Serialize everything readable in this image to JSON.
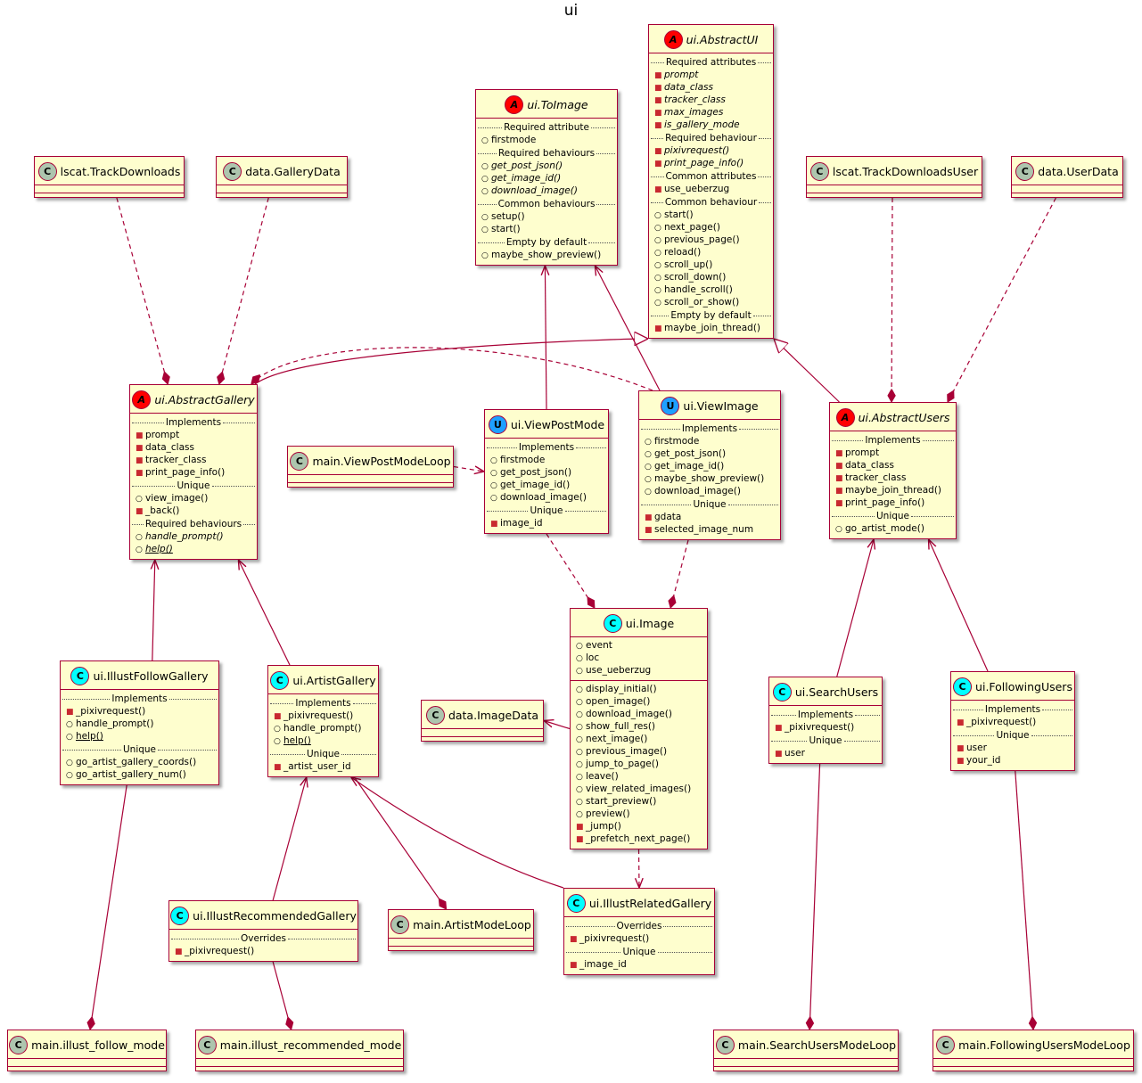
{
  "title": "ui",
  "colors": {
    "class_fill": "#fefece",
    "border": "#a80036",
    "abstract_badge": "#ff0000",
    "class_badge": "#00ffff",
    "interface_badge": "#1ea0ff",
    "plain_badge": "#adc5ae"
  },
  "classes": {
    "lscat_trackdownloads": {
      "badge": "C",
      "name": "lscat.TrackDownloads",
      "kind": "plain",
      "sections": []
    },
    "data_gallerydata": {
      "badge": "C",
      "name": "data.GalleryData",
      "kind": "plain",
      "sections": []
    },
    "ui_toimage": {
      "badge": "A",
      "name": "ui.ToImage",
      "kind": "abstract",
      "sections": [
        {
          "label": "Required attribute",
          "members": [
            {
              "vis": "pub",
              "text": "firstmode"
            }
          ]
        },
        {
          "label": "Required behaviours",
          "members": [
            {
              "vis": "pub",
              "text": "get_post_json()",
              "abs": true
            },
            {
              "vis": "pub",
              "text": "get_image_id()",
              "abs": true
            },
            {
              "vis": "pub",
              "text": "download_image()",
              "abs": true
            }
          ]
        },
        {
          "label": "Common behaviours",
          "members": [
            {
              "vis": "pub",
              "text": "setup()"
            },
            {
              "vis": "pub",
              "text": "start()"
            }
          ]
        },
        {
          "label": "Empty by default",
          "members": [
            {
              "vis": "pub",
              "text": "maybe_show_preview()"
            }
          ]
        }
      ]
    },
    "ui_abstractui": {
      "badge": "A",
      "name": "ui.AbstractUI",
      "kind": "abstract",
      "sections": [
        {
          "label": "Required attributes",
          "members": [
            {
              "vis": "priv",
              "text": "prompt",
              "abs": true
            },
            {
              "vis": "priv",
              "text": "data_class",
              "abs": true
            },
            {
              "vis": "priv",
              "text": "tracker_class",
              "abs": true
            },
            {
              "vis": "priv",
              "text": "max_images",
              "abs": true
            },
            {
              "vis": "priv",
              "text": "is_gallery_mode",
              "abs": true
            }
          ]
        },
        {
          "label": "Required behaviour",
          "members": [
            {
              "vis": "priv",
              "text": "pixivrequest()",
              "abs": true
            },
            {
              "vis": "priv",
              "text": "print_page_info()",
              "abs": true
            }
          ]
        },
        {
          "label": "Common attributes",
          "members": [
            {
              "vis": "priv",
              "text": "use_ueberzug"
            }
          ]
        },
        {
          "label": "Common behaviour",
          "members": [
            {
              "vis": "pub",
              "text": "start()"
            },
            {
              "vis": "pub",
              "text": "next_page()"
            },
            {
              "vis": "pub",
              "text": "previous_page()"
            },
            {
              "vis": "pub",
              "text": "reload()"
            },
            {
              "vis": "pub",
              "text": "scroll_up()"
            },
            {
              "vis": "pub",
              "text": "scroll_down()"
            },
            {
              "vis": "pub",
              "text": "handle_scroll()"
            },
            {
              "vis": "pub",
              "text": "scroll_or_show()"
            }
          ]
        },
        {
          "label": "Empty by default",
          "members": [
            {
              "vis": "priv",
              "text": "maybe_join_thread()"
            }
          ]
        }
      ]
    },
    "lscat_trackdownloadsuser": {
      "badge": "C",
      "name": "lscat.TrackDownloadsUser",
      "kind": "plain",
      "sections": []
    },
    "data_userdata": {
      "badge": "C",
      "name": "data.UserData",
      "kind": "plain",
      "sections": []
    },
    "ui_abstractgallery": {
      "badge": "A",
      "name": "ui.AbstractGallery",
      "kind": "abstract",
      "sections": [
        {
          "label": "Implements",
          "members": [
            {
              "vis": "priv",
              "text": "prompt"
            },
            {
              "vis": "priv",
              "text": "data_class"
            },
            {
              "vis": "priv",
              "text": "tracker_class"
            },
            {
              "vis": "priv",
              "text": "print_page_info()"
            }
          ]
        },
        {
          "label": "Unique",
          "members": [
            {
              "vis": "pub",
              "text": "view_image()"
            },
            {
              "vis": "priv",
              "text": "_back()"
            }
          ]
        },
        {
          "label": "Required behaviours",
          "members": [
            {
              "vis": "pub",
              "text": "handle_prompt()",
              "abs": true
            },
            {
              "vis": "pub",
              "text": "help()",
              "abs": true,
              "static": true
            }
          ]
        }
      ]
    },
    "main_viewpostmodeloop": {
      "badge": "C",
      "name": "main.ViewPostModeLoop",
      "kind": "plain",
      "sections": []
    },
    "ui_viewpostmode": {
      "badge": "U",
      "name": "ui.ViewPostMode",
      "kind": "class",
      "sections": [
        {
          "label": "Implements",
          "members": [
            {
              "vis": "pub",
              "text": "firstmode"
            },
            {
              "vis": "pub",
              "text": "get_post_json()"
            },
            {
              "vis": "pub",
              "text": "get_image_id()"
            },
            {
              "vis": "pub",
              "text": "download_image()"
            }
          ]
        },
        {
          "label": "Unique",
          "members": [
            {
              "vis": "priv",
              "text": "image_id"
            }
          ]
        }
      ]
    },
    "ui_viewimage": {
      "badge": "U",
      "name": "ui.ViewImage",
      "kind": "class",
      "sections": [
        {
          "label": "Implements",
          "members": [
            {
              "vis": "pub",
              "text": "firstmode"
            },
            {
              "vis": "pub",
              "text": "get_post_json()"
            },
            {
              "vis": "pub",
              "text": "get_image_id()"
            },
            {
              "vis": "pub",
              "text": "maybe_show_preview()"
            },
            {
              "vis": "pub",
              "text": "download_image()"
            }
          ]
        },
        {
          "label": "Unique",
          "members": [
            {
              "vis": "priv",
              "text": "gdata"
            },
            {
              "vis": "priv",
              "text": "selected_image_num"
            }
          ]
        }
      ]
    },
    "ui_abstractusers": {
      "badge": "A",
      "name": "ui.AbstractUsers",
      "kind": "abstract",
      "sections": [
        {
          "label": "Implements",
          "members": [
            {
              "vis": "priv",
              "text": "prompt"
            },
            {
              "vis": "priv",
              "text": "data_class"
            },
            {
              "vis": "priv",
              "text": "tracker_class"
            },
            {
              "vis": "priv",
              "text": "maybe_join_thread()"
            },
            {
              "vis": "priv",
              "text": "print_page_info()"
            }
          ]
        },
        {
          "label": "Unique",
          "members": [
            {
              "vis": "pub",
              "text": "go_artist_mode()"
            }
          ]
        }
      ]
    },
    "ui_image": {
      "badge": "C",
      "name": "ui.Image",
      "kind": "class",
      "fields": [
        {
          "vis": "pub",
          "text": "event"
        },
        {
          "vis": "pub",
          "text": "loc"
        },
        {
          "vis": "pub",
          "text": "use_ueberzug"
        }
      ],
      "methods": [
        {
          "vis": "pub",
          "text": "display_initial()"
        },
        {
          "vis": "pub",
          "text": "open_image()"
        },
        {
          "vis": "pub",
          "text": "download_image()"
        },
        {
          "vis": "pub",
          "text": "show_full_res()"
        },
        {
          "vis": "pub",
          "text": "next_image()"
        },
        {
          "vis": "pub",
          "text": "previous_image()"
        },
        {
          "vis": "pub",
          "text": "jump_to_page()"
        },
        {
          "vis": "pub",
          "text": "leave()"
        },
        {
          "vis": "pub",
          "text": "view_related_images()"
        },
        {
          "vis": "pub",
          "text": "start_preview()"
        },
        {
          "vis": "pub",
          "text": "preview()"
        },
        {
          "vis": "priv",
          "text": "_jump()"
        },
        {
          "vis": "priv",
          "text": "_prefetch_next_page()"
        }
      ]
    },
    "data_imagedata": {
      "badge": "C",
      "name": "data.ImageData",
      "kind": "plain",
      "sections": []
    },
    "ui_illustfollowgallery": {
      "badge": "C",
      "name": "ui.IllustFollowGallery",
      "kind": "class",
      "sections": [
        {
          "label": "Implements",
          "members": [
            {
              "vis": "priv",
              "text": "_pixivrequest()"
            },
            {
              "vis": "pub",
              "text": "handle_prompt()"
            },
            {
              "vis": "pub",
              "text": "help()",
              "static": true
            }
          ]
        },
        {
          "label": "Unique",
          "members": [
            {
              "vis": "pub",
              "text": "go_artist_gallery_coords()"
            },
            {
              "vis": "pub",
              "text": "go_artist_gallery_num()"
            }
          ]
        }
      ]
    },
    "ui_artistgallery": {
      "badge": "C",
      "name": "ui.ArtistGallery",
      "kind": "class",
      "sections": [
        {
          "label": "Implements",
          "members": [
            {
              "vis": "priv",
              "text": "_pixivrequest()"
            },
            {
              "vis": "pub",
              "text": "handle_prompt()"
            },
            {
              "vis": "pub",
              "text": "help()",
              "static": true
            }
          ]
        },
        {
          "label": "Unique",
          "members": [
            {
              "vis": "priv",
              "text": "_artist_user_id"
            }
          ]
        }
      ]
    },
    "ui_searchusers": {
      "badge": "C",
      "name": "ui.SearchUsers",
      "kind": "class",
      "sections": [
        {
          "label": "Implements",
          "members": [
            {
              "vis": "priv",
              "text": "_pixivrequest()"
            }
          ]
        },
        {
          "label": "Unique",
          "members": [
            {
              "vis": "priv",
              "text": "user"
            }
          ]
        }
      ]
    },
    "ui_followingusers": {
      "badge": "C",
      "name": "ui.FollowingUsers",
      "kind": "class",
      "sections": [
        {
          "label": "Implements",
          "members": [
            {
              "vis": "priv",
              "text": "_pixivrequest()"
            }
          ]
        },
        {
          "label": "Unique",
          "members": [
            {
              "vis": "priv",
              "text": "user"
            },
            {
              "vis": "priv",
              "text": "your_id"
            }
          ]
        }
      ]
    },
    "ui_illustrecommendedgallery": {
      "badge": "C",
      "name": "ui.IllustRecommendedGallery",
      "kind": "class",
      "sections": [
        {
          "label": "Overrides",
          "members": [
            {
              "vis": "priv",
              "text": "_pixivrequest()"
            }
          ]
        }
      ]
    },
    "main_artistmodeloop": {
      "badge": "C",
      "name": "main.ArtistModeLoop",
      "kind": "plain",
      "sections": []
    },
    "ui_illustrelatedgallery": {
      "badge": "C",
      "name": "ui.IllustRelatedGallery",
      "kind": "class",
      "sections": [
        {
          "label": "Overrides",
          "members": [
            {
              "vis": "priv",
              "text": "_pixivrequest()"
            }
          ]
        },
        {
          "label": "Unique",
          "members": [
            {
              "vis": "priv",
              "text": "_image_id"
            }
          ]
        }
      ]
    },
    "main_illust_follow_mode": {
      "badge": "C",
      "name": "main.illust_follow_mode",
      "kind": "plain",
      "sections": []
    },
    "main_illust_recommended_mode": {
      "badge": "C",
      "name": "main.illust_recommended_mode",
      "kind": "plain",
      "sections": []
    },
    "main_searchusersmodeloop": {
      "badge": "C",
      "name": "main.SearchUsersModeLoop",
      "kind": "plain",
      "sections": []
    },
    "main_followingusersmodeloop": {
      "badge": "C",
      "name": "main.FollowingUsersModeLoop",
      "kind": "plain",
      "sections": []
    }
  },
  "relations": [
    {
      "from": "lscat_trackdownloads",
      "to": "ui_abstractgallery",
      "type": "composition",
      "style": "dashed"
    },
    {
      "from": "data_gallerydata",
      "to": "ui_abstractgallery",
      "type": "composition",
      "style": "dashed"
    },
    {
      "from": "ui_abstractgallery",
      "to": "ui_abstractui",
      "type": "inheritance",
      "style": "solid"
    },
    {
      "from": "ui_viewimage",
      "to": "ui_abstractgallery",
      "type": "composition",
      "style": "dashed"
    },
    {
      "from": "ui_viewpostmode",
      "to": "ui_toimage",
      "type": "association",
      "style": "solid"
    },
    {
      "from": "ui_viewimage",
      "to": "ui_toimage",
      "type": "association",
      "style": "solid"
    },
    {
      "from": "ui_abstractusers",
      "to": "ui_abstractui",
      "type": "inheritance",
      "style": "solid"
    },
    {
      "from": "lscat_trackdownloadsuser",
      "to": "ui_abstractusers",
      "type": "composition",
      "style": "dashed"
    },
    {
      "from": "data_userdata",
      "to": "ui_abstractusers",
      "type": "composition",
      "style": "dashed"
    },
    {
      "from": "main_viewpostmodeloop",
      "to": "ui_viewpostmode",
      "type": "dependency",
      "style": "dashed"
    },
    {
      "from": "ui_viewpostmode",
      "to": "ui_image",
      "type": "composition",
      "style": "dashed"
    },
    {
      "from": "ui_viewimage",
      "to": "ui_image",
      "type": "composition",
      "style": "dashed"
    },
    {
      "from": "ui_image",
      "to": "data_imagedata",
      "type": "association",
      "style": "solid"
    },
    {
      "from": "ui_image",
      "to": "ui_illustrelatedgallery",
      "type": "dependency",
      "style": "dashed"
    },
    {
      "from": "ui_illustfollowgallery",
      "to": "ui_abstractgallery",
      "type": "association",
      "style": "solid"
    },
    {
      "from": "ui_artistgallery",
      "to": "ui_abstractgallery",
      "type": "association",
      "style": "solid"
    },
    {
      "from": "ui_searchusers",
      "to": "ui_abstractusers",
      "type": "association",
      "style": "solid"
    },
    {
      "from": "ui_followingusers",
      "to": "ui_abstractusers",
      "type": "association",
      "style": "solid"
    },
    {
      "from": "ui_illustrecommendedgallery",
      "to": "ui_artistgallery",
      "type": "association",
      "style": "solid"
    },
    {
      "from": "ui_artistgallery",
      "to": "main_artistmodeloop",
      "type": "composition",
      "style": "solid"
    },
    {
      "from": "ui_illustrelatedgallery",
      "to": "ui_artistgallery",
      "type": "association",
      "style": "solid"
    },
    {
      "from": "ui_illustfollowgallery",
      "to": "main_illust_follow_mode",
      "type": "composition",
      "style": "solid"
    },
    {
      "from": "ui_illustrecommendedgallery",
      "to": "main_illust_recommended_mode",
      "type": "composition",
      "style": "solid"
    },
    {
      "from": "ui_searchusers",
      "to": "main_searchusersmodeloop",
      "type": "composition",
      "style": "solid"
    },
    {
      "from": "ui_followingusers",
      "to": "main_followingusersmodeloop",
      "type": "composition",
      "style": "solid"
    }
  ]
}
